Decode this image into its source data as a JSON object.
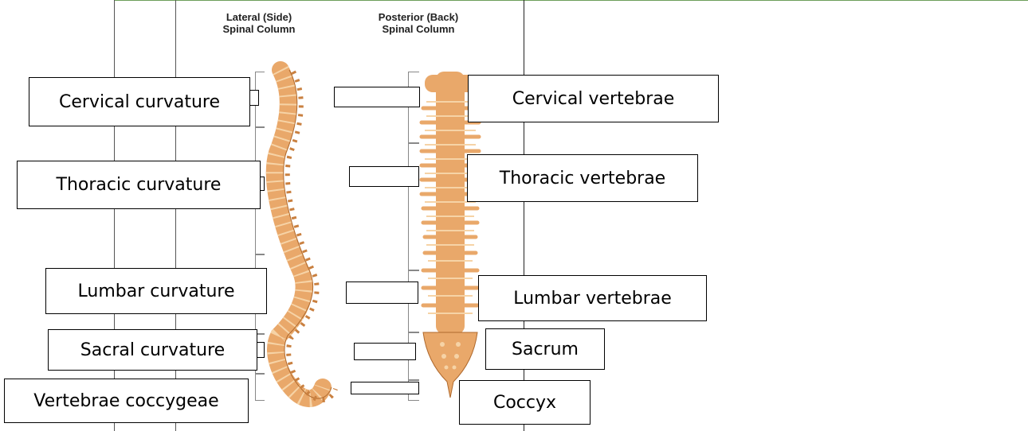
{
  "columns": {
    "lateral_title": "Lateral (Side)\nSpinal Column",
    "posterior_title": "Posterior (Back)\nSpinal Column"
  },
  "left_labels": [
    "Cervical curvature",
    "Thoracic curvature",
    "Lumbar curvature",
    "Sacral curvature",
    "Vertebrae coccygeae"
  ],
  "right_labels": [
    "Cervical vertebrae",
    "Thoracic vertebrae",
    "Lumbar vertebrae",
    "Sacrum",
    "Coccyx"
  ],
  "colors": {
    "bone_fill": "#e9a86a",
    "bone_stroke": "#b06a2e",
    "disc": "#f6d3a6"
  }
}
